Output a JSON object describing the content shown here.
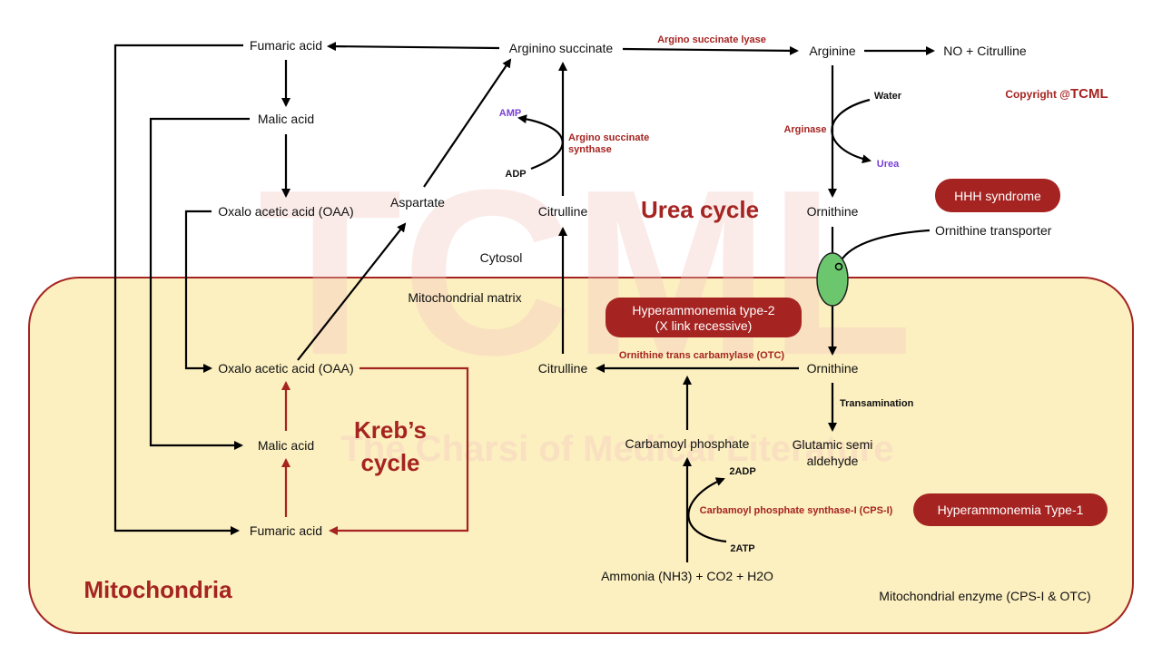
{
  "watermark": {
    "main": "TCML",
    "sub": "The Charsi of Medical Literature"
  },
  "copyright": {
    "prefix": "Copyright @",
    "brand": "TCML"
  },
  "compartments": {
    "cytosol": "Cytosol",
    "matrix": "Mitochondrial matrix",
    "mitochondria": "Mitochondria",
    "enzyme_note": "Mitochondrial enzyme (CPS-I & OTC)"
  },
  "cycles": {
    "urea": "Urea cycle",
    "krebs_line1": "Kreb’s",
    "krebs_line2": "cycle"
  },
  "metabolites": {
    "fumaric_top": "Fumaric acid",
    "malic_top": "Malic acid",
    "oaa_top": "Oxalo acetic acid (OAA)",
    "aspartate": "Aspartate",
    "arginino_succinate": "Arginino succinate",
    "arginine": "Arginine",
    "no_citrulline": "NO + Citrulline",
    "citrulline_cyto": "Citrulline",
    "ornithine_cyto": "Ornithine",
    "oaa_bottom": "Oxalo acetic acid (OAA)",
    "malic_bottom": "Malic acid",
    "fumaric_bottom": "Fumaric acid",
    "citrulline_mito": "Citrulline",
    "ornithine_mito": "Ornithine",
    "carbamoyl_phosphate": "Carbamoyl phosphate",
    "glutamic_line1": "Glutamic semi",
    "glutamic_line2": "aldehyde",
    "ammonia": "Ammonia (NH3) + CO2 + H2O",
    "amp": "AMP",
    "adp": "ADP",
    "water": "Water",
    "urea": "Urea",
    "adp2": "2ADP",
    "atp2": "2ATP"
  },
  "enzymes": {
    "as_lyase": "Argino succinate lyase",
    "as_synthase_line1": "Argino succinate",
    "as_synthase_line2": "synthase",
    "arginase": "Arginase",
    "otc": "Ornithine trans carbamylase (OTC)",
    "cps1": "Carbamoyl phosphate synthase-I (CPS-I)",
    "transamination": "Transamination",
    "ornithine_transporter": "Ornithine transporter"
  },
  "disorders": {
    "hhh": "HHH syndrome",
    "hyper2_line1": "Hyperammonemia type-2",
    "hyper2_line2": "(X link recessive)",
    "hyper1": "Hyperammonemia Type-1"
  },
  "colors": {
    "accent_red": "#a52421",
    "mito_fill": "#fcefc0",
    "transporter_green": "#6cc66e",
    "purple": "#7a3fd8"
  }
}
